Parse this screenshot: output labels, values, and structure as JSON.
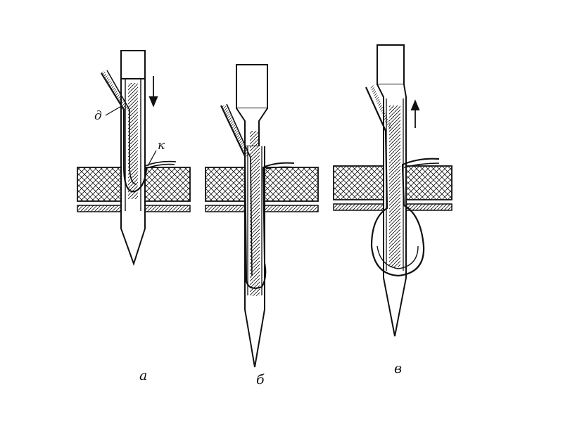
{
  "figure": {
    "panels": [
      {
        "id": "a",
        "caption": "а",
        "callouts": [
          "д",
          "к"
        ],
        "arrow": "down"
      },
      {
        "id": "b",
        "caption": "б",
        "callouts": [],
        "arrow": ""
      },
      {
        "id": "v",
        "caption": "в",
        "callouts": [],
        "arrow": "up"
      }
    ]
  }
}
